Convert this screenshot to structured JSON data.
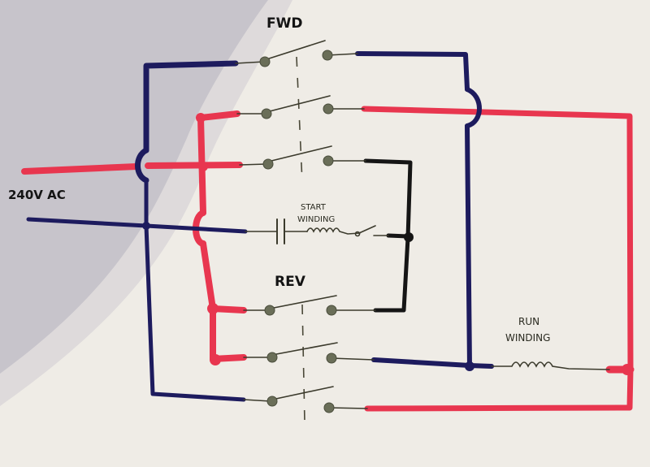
{
  "diagram": {
    "title": "Reversing switch wiring for single-phase motor",
    "labels": {
      "fwd": "FWD",
      "rev": "REV",
      "supply": "240V AC",
      "start_winding_line1": "START",
      "start_winding_line2": "WINDING",
      "run_winding_line1": "RUN",
      "run_winding_line2": "WINDING"
    },
    "colors": {
      "paper": "#efece6",
      "shadow": "#b9b6bf",
      "red_wire": "#e8364f",
      "blue_wire": "#1d1b5e",
      "black_wire": "#151515",
      "thin_wire": "#3b3a2c",
      "terminal": "#6a6e58"
    },
    "switch_groups": [
      {
        "name": "FWD",
        "poles": 3
      },
      {
        "name": "REV",
        "poles": 3
      }
    ],
    "components": [
      "capacitor",
      "start-winding-coil",
      "centrifugal-switch",
      "run-winding-coil"
    ]
  }
}
